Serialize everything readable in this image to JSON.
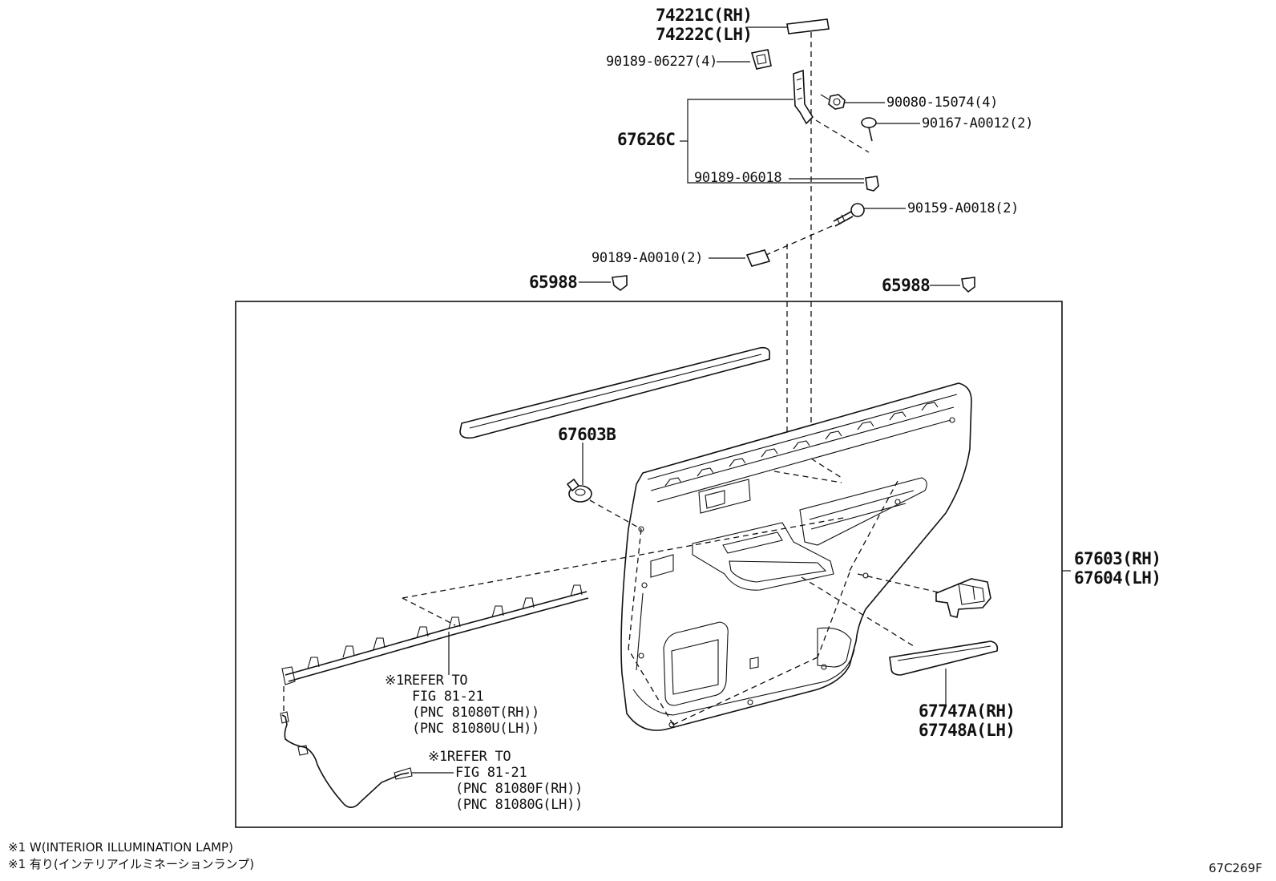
{
  "diagram": {
    "labels": {
      "p74221": "74221C(RH)",
      "p74222": "74222C(LH)",
      "p90189_06227": "90189-06227(4)",
      "p90080": "90080-15074(4)",
      "p90167": "90167-A0012(2)",
      "p67626": "67626C",
      "p90189_06018": "90189-06018",
      "p90159": "90159-A0018(2)",
      "p90189_a0010": "90189-A0010(2)",
      "p65988_left": "65988",
      "p65988_right": "65988",
      "p67603b": "67603B",
      "p67603rh": "67603(RH)",
      "p67604lh": "67604(LH)",
      "p67747": "67747A(RH)",
      "p67748": "67748A(LH)"
    },
    "refer1": {
      "line1": "※1REFER TO",
      "line2": "FIG 81-21",
      "line3": "(PNC 81080T(RH))",
      "line4": "(PNC 81080U(LH))"
    },
    "refer2": {
      "line1": "※1REFER TO",
      "line2": "FIG 81-21",
      "line3": "(PNC 81080F(RH))",
      "line4": "(PNC 81080G(LH))"
    },
    "footnotes": {
      "en": "※1 W(INTERIOR ILLUMINATION LAMP)",
      "jp": "※1 有り(インテリアイルミネーションランプ)"
    },
    "figure_code": "67C269F"
  }
}
